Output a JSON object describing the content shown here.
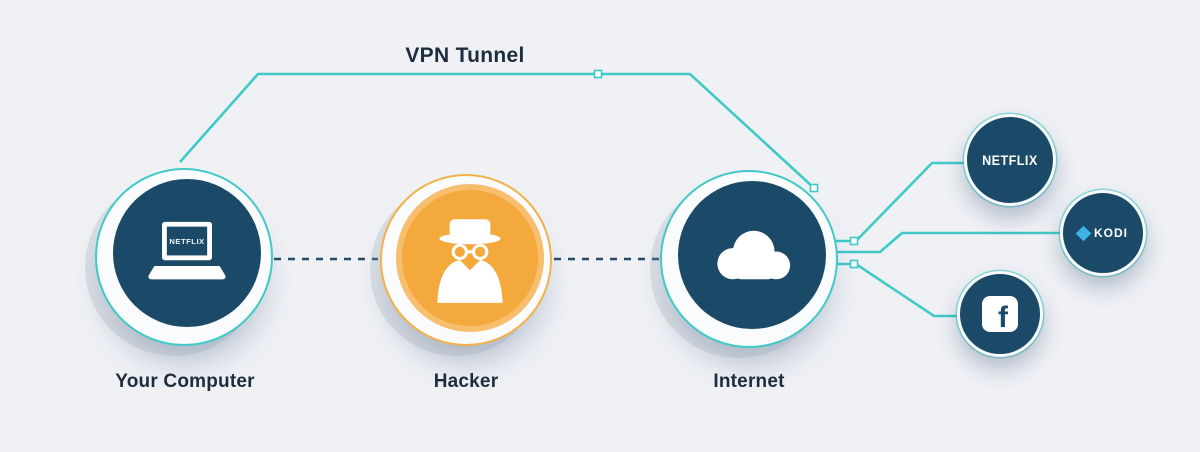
{
  "title": "VPN Tunnel",
  "colors": {
    "navy": "#1b4a68",
    "teal": "#40c9c6",
    "orange": "#f3a93c",
    "background": "#eff1f5",
    "label": "#1d2d3e",
    "kodi-blue": "#3bb3e6"
  },
  "nodes": {
    "computer": {
      "label": "Your Computer",
      "screen_text": "NETFLIX"
    },
    "hacker": {
      "label": "Hacker"
    },
    "internet": {
      "label": "Internet"
    }
  },
  "services": {
    "netflix": {
      "label": "NETFLIX"
    },
    "kodi": {
      "label": "KODI"
    },
    "facebook": {
      "label": "f"
    }
  }
}
